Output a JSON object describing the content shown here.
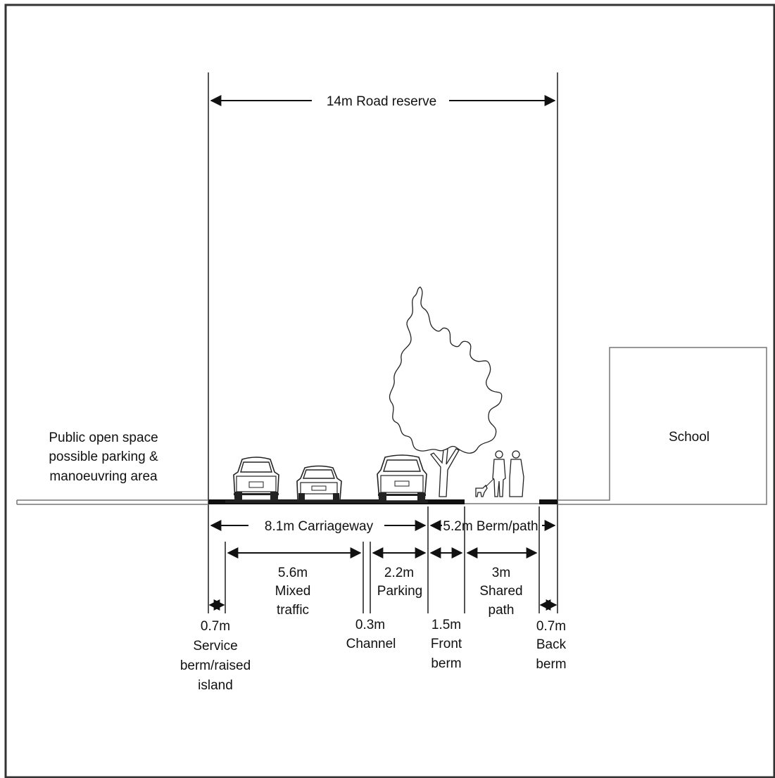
{
  "labels": {
    "road_reserve": "14m Road reserve",
    "public_open_space": [
      "Public open space",
      "possible parking &",
      "manoeuvring area"
    ],
    "school": "School",
    "carriageway": "8.1m Carriageway",
    "berm_path": "5.2m Berm/path",
    "mixed_traffic": [
      "5.6m",
      "Mixed",
      "traffic"
    ],
    "parking": [
      "2.2m",
      "Parking"
    ],
    "shared_path": [
      "3m",
      "Shared",
      "path"
    ],
    "service_berm": [
      "0.7m",
      "Service",
      "berm/raised",
      "island"
    ],
    "channel": [
      "0.3m",
      "Channel"
    ],
    "front_berm": [
      "1.5m",
      "Front",
      "berm"
    ],
    "back_berm": [
      "0.7m",
      "Back",
      "berm"
    ]
  },
  "colors": {
    "line": "#555555",
    "text": "#111111",
    "kerb": "#111111"
  },
  "icons": [
    "car-front-icon",
    "tree-icon",
    "pedestrians-with-dog-icon",
    "arrow-icon"
  ]
}
